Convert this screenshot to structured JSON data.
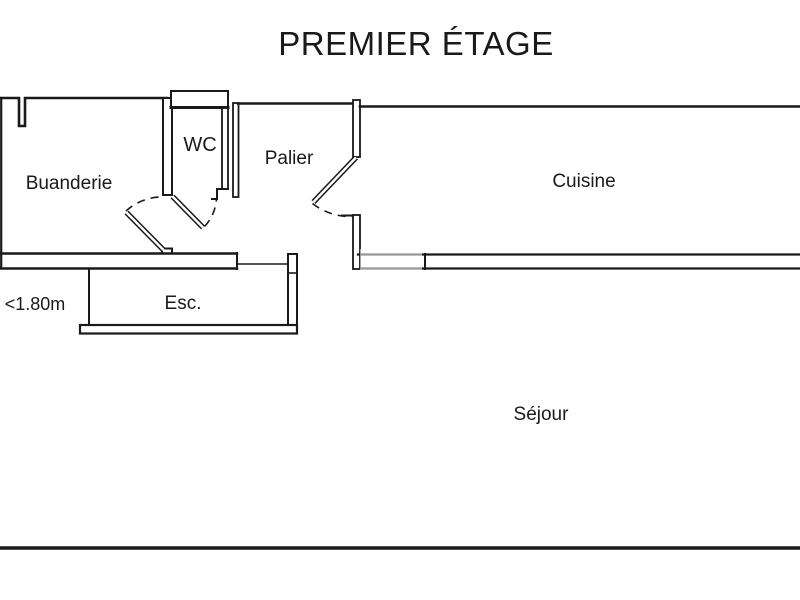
{
  "title": "PREMIER ÉTAGE",
  "rooms": {
    "buanderie": {
      "label": "Buanderie"
    },
    "wc": {
      "label": "WC"
    },
    "palier": {
      "label": "Palier"
    },
    "cuisine": {
      "label": "Cuisine"
    },
    "esc": {
      "label": "Esc."
    },
    "sejour": {
      "label": "Séjour"
    }
  },
  "annotations": {
    "height_limit": "<1.80m"
  },
  "colors": {
    "wall": "#1a1a1a",
    "background": "#ffffff",
    "faded_area": "#aaaaaa"
  }
}
